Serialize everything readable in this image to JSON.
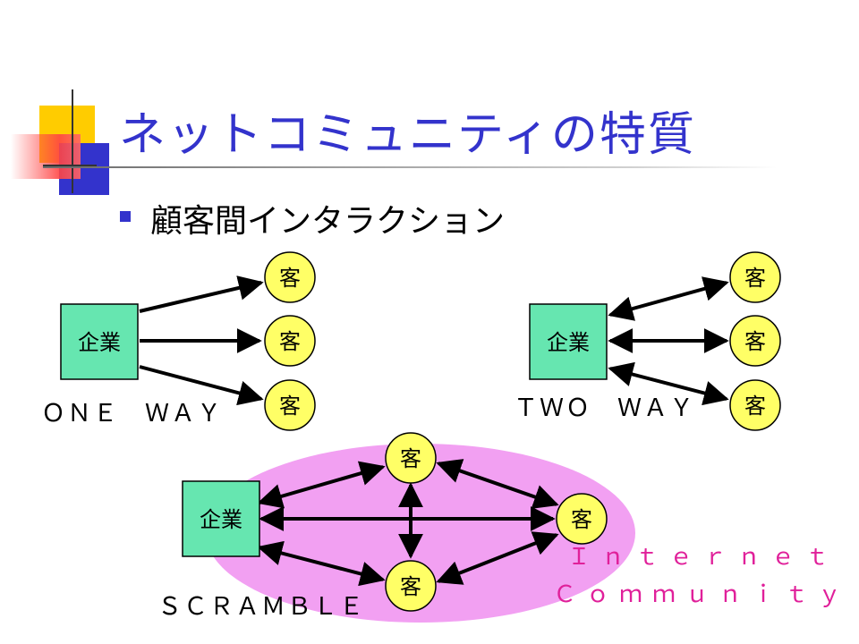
{
  "slide": {
    "title": "ネットコミュニティの特質",
    "bullet": "顧客間インタラクション"
  },
  "diagrams": {
    "one_way": {
      "company": "企業",
      "customer": "客",
      "caption": "ＯＮＥ　ＷＡＹ"
    },
    "two_way": {
      "company": "企業",
      "customer": "客",
      "caption": "ＴＷＯ　ＷＡＹ"
    },
    "scramble": {
      "company": "企業",
      "customer": "客",
      "caption": "ＳＣＲＡＭＢＬＥ",
      "area_label_1": "Ｉｎｔｅｒｎｅｔ",
      "area_label_2": "Ｃｏｍｍｕｎｉｔｙ"
    }
  },
  "colors": {
    "title": "#3333cc",
    "company_box": "#66e6b0",
    "customer_circle": "#ffff66",
    "community_area": "#f2a0f2",
    "community_text": "#e0209a"
  }
}
